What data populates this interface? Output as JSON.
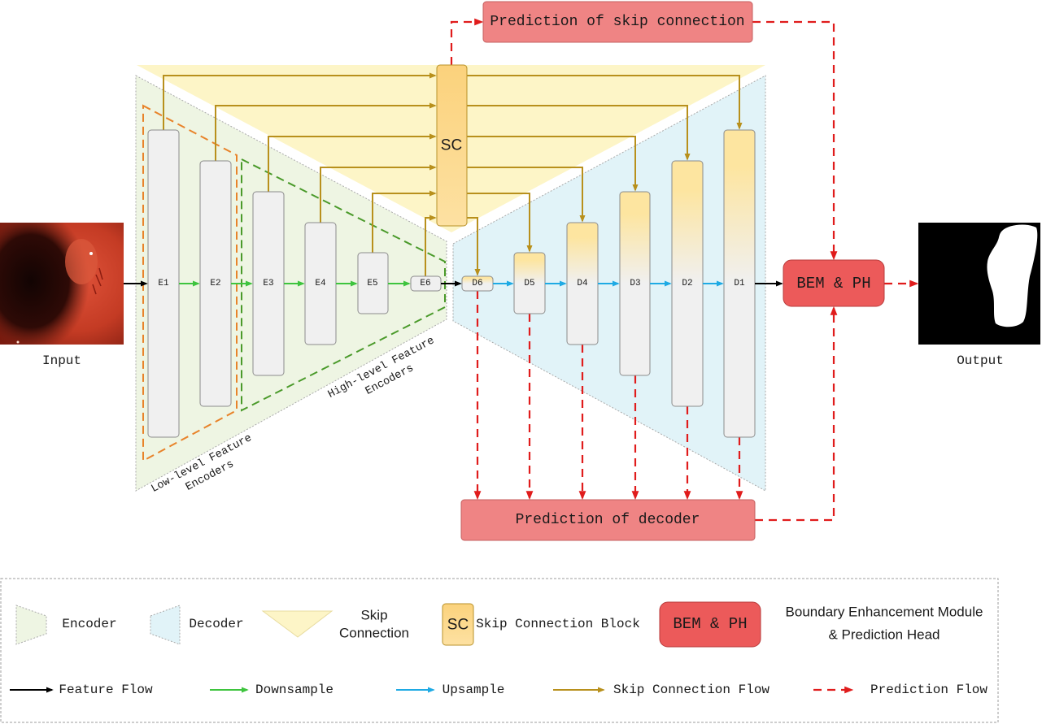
{
  "input": {
    "label": "Input"
  },
  "output": {
    "label": "Output"
  },
  "encoder": {
    "blocks": [
      "E1",
      "E2",
      "E3",
      "E4",
      "E5",
      "E6"
    ],
    "low_level_group": [
      "Low-level Feature",
      "Encoders"
    ],
    "high_level_group": [
      "High-level Feature",
      "Encoders"
    ]
  },
  "skip_connection_block": {
    "label": "SC"
  },
  "decoder": {
    "blocks": [
      "D6",
      "D5",
      "D4",
      "D3",
      "D2",
      "D1"
    ]
  },
  "prediction_of_skip_connection": {
    "label": "Prediction of skip connection"
  },
  "prediction_of_decoder": {
    "label": "Prediction of decoder"
  },
  "bem_ph": {
    "label": "BEM & PH"
  },
  "legend": {
    "encoder": "Encoder",
    "decoder": "Decoder",
    "skip_connection": [
      "Skip",
      "Connection"
    ],
    "sc_icon": "SC",
    "skip_connection_block": "Skip Connection Block",
    "bem_icon": "BEM & PH",
    "bem_description": [
      "Boundary Enhancement Module",
      "& Prediction Head"
    ],
    "feature_flow": "Feature Flow",
    "downsample": "Downsample",
    "upsample": "Upsample",
    "skip_connection_flow": "Skip Connection Flow",
    "prediction_flow": "Prediction Flow"
  },
  "colors": {
    "encoder_region": "#eef5e3",
    "decoder_region": "#e1f3f8",
    "skip_region": "#fdf5c7",
    "block_fill": "#f0f0f0",
    "block_stroke": "#8c8c8c",
    "decoder_highlight": "#fde5a0",
    "sc_top": "#fbd27c",
    "sc_bottom": "#fde1a2",
    "sc_stroke": "#b8922a",
    "prediction_box": "#ef8484",
    "bem_box": "#ec5a5a",
    "feature_flow": "#000000",
    "downsample": "#3ec43e",
    "upsample": "#1eaae4",
    "skip_connection_flow": "#b8901c",
    "prediction_flow": "#e01c1c",
    "low_level_outline": "#e8832a",
    "high_level_outline": "#4a9a2a"
  }
}
